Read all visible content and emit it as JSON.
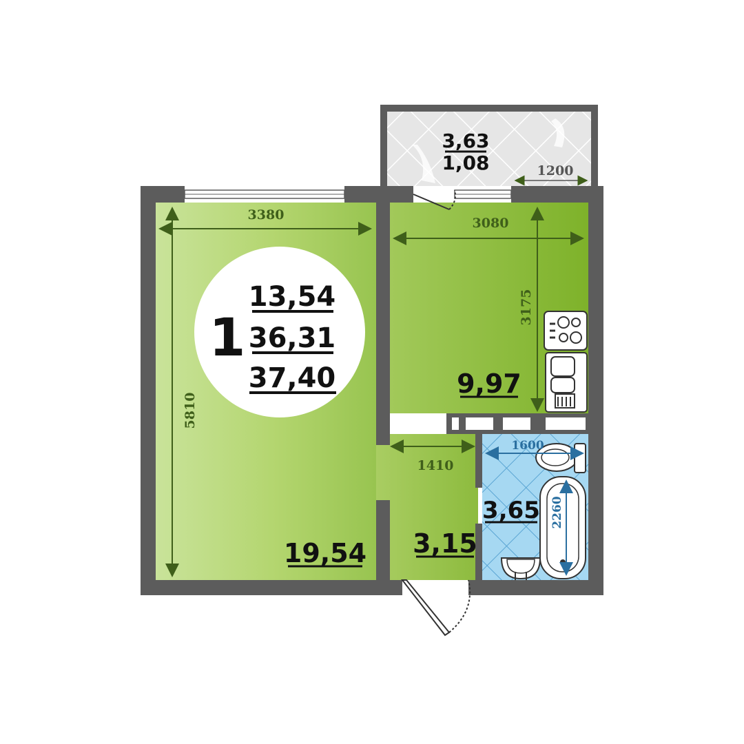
{
  "summary": {
    "rooms_count": "1",
    "living_area": "13,54",
    "total_area": "36,31",
    "area_with_balcony": "37,40"
  },
  "rooms": {
    "living_room": {
      "area": "19,54"
    },
    "kitchen": {
      "area": "9,97"
    },
    "hallway": {
      "area": "3,15"
    },
    "bathroom": {
      "area": "3,65"
    },
    "balcony": {
      "area": "3,63",
      "reduced_area": "1,08"
    }
  },
  "dimensions": {
    "living_width": "3380",
    "living_length": "5810",
    "kitchen_width": "3080",
    "kitchen_length": "3175",
    "hall_width": "1410",
    "bath_width": "1600",
    "bath_length": "2260",
    "balcony_width": "1200"
  },
  "colors": {
    "wall": "#5c5c5c",
    "living_floor": "#a8cc5e",
    "kitchen_floor": "#8cb83a",
    "bathroom_tile": "#9fd3ee",
    "balcony_tile": "#e2e2e2",
    "dimension_line": "#3f5f1a",
    "circle": "#ffffff"
  }
}
